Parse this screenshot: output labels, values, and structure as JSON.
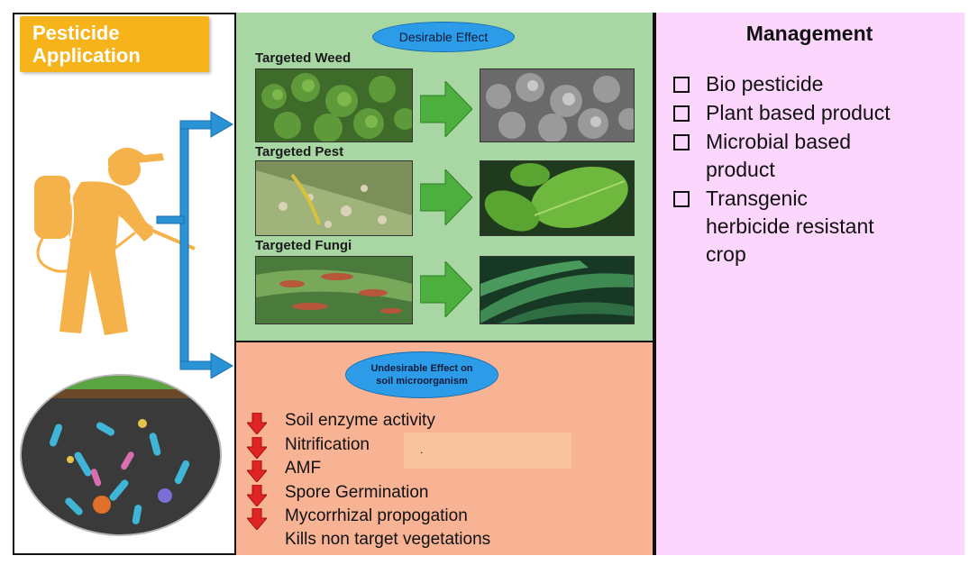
{
  "title": "Pesticide Application",
  "desirable": {
    "heading": "Desirable Effect",
    "targets": [
      "Targeted Weed",
      "Targeted Pest",
      "Targeted Fungi"
    ]
  },
  "undesirable": {
    "heading_line1": "Undesirable Effect on",
    "heading_line2": "soil microorganism",
    "items": [
      "Soil enzyme activity",
      "Nitrification",
      "AMF",
      "Spore Germination",
      "Mycorrhizal propogation"
    ],
    "last_item": "Kills non target vegetations",
    "stray_mark": "."
  },
  "management": {
    "heading": "Management",
    "items": [
      [
        "Bio pesticide"
      ],
      [
        "Plant based product"
      ],
      [
        "Microbial based",
        "product"
      ],
      [
        "Transgenic",
        "herbicide resistant",
        "crop"
      ]
    ]
  },
  "colors": {
    "title_bg": "#f6b31a",
    "desirable_bg": "#a9d7a3",
    "undesirable_bg": "#f7b394",
    "management_bg": "#fcd6fc",
    "arrow_blue": "#2a93d5",
    "arrow_green": "#4caf3e",
    "arrow_red": "#e02424",
    "person": "#f5b24a"
  }
}
